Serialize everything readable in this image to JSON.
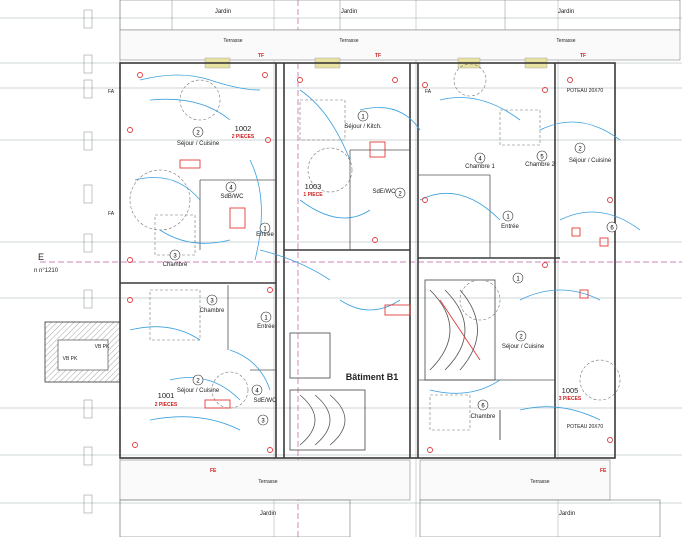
{
  "plan": {
    "gardens": [
      "Jardin",
      "Jardin",
      "Jardin",
      "Jardin",
      "Jardin"
    ],
    "terraces": [
      "Terrasse",
      "Terrasse",
      "Terrasse",
      "Terrasse",
      "Terrasse"
    ],
    "apartments": [
      {
        "id": "1001",
        "type": "2 PIECES"
      },
      {
        "id": "1002",
        "type": "2 PIECES"
      },
      {
        "id": "1003",
        "type": "1 PIECE"
      },
      {
        "id": "1005",
        "type": "3 PIECES"
      }
    ],
    "rooms": {
      "sejour_cuisine": "Séjour / Cuisine",
      "sejour_kitch": "Séjour / Kitch.",
      "chambre": "Chambre",
      "chambre1": "Chambre 1",
      "chambre2": "Chambre 2",
      "sdb_wc": "SdB/WC",
      "sde_wc": "SdE/WC",
      "entree": "Entrée"
    },
    "building": "Bâtiment B1",
    "vb_pk": "VB PK",
    "poteau": "POTEAU 20X70",
    "axis_label": "E",
    "section_label": "n n°1210",
    "fa": "FA",
    "tf": "TF",
    "fe": "FE"
  },
  "colors": {
    "network": "#3aa0e0",
    "red_marks": "#e23a3a",
    "pink_axis": "#c05fa8",
    "walls": "#3a3a3a"
  }
}
